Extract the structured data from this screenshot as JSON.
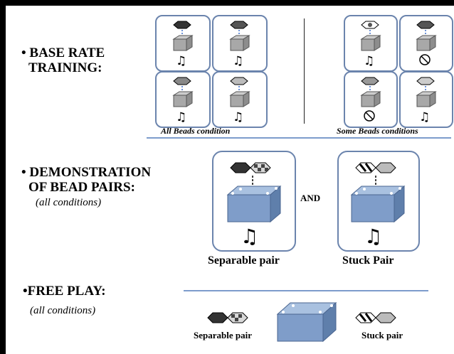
{
  "sections": {
    "base_rate": {
      "bullet": "•",
      "title_line1": "BASE RATE",
      "title_line2": "TRAINING:"
    },
    "demo": {
      "bullet": "•",
      "title_line1": "DEMONSTRATION",
      "title_line2": "OF BEAD PAIRS:",
      "note": "(all conditions)"
    },
    "free_play": {
      "title": "•FREE PLAY:",
      "note": "(all conditions)"
    }
  },
  "captions": {
    "all_beads": "All Beads condition",
    "some_beads": "Some Beads conditions",
    "and": "AND",
    "separable_pair": "Separable pair",
    "stuck_pair": "Stuck Pair",
    "free_separable": "Separable pair",
    "free_stuck": "Stuck pair"
  },
  "colors": {
    "card_border": "#6b84ad",
    "divider": "#7d9ccc",
    "box_blue": "#7f9dc9",
    "box_gray": "#a8a8a8",
    "arrow_blue": "#3f6fc9"
  },
  "icons": {
    "music_note": "music-note-icon",
    "bead": "bead-icon",
    "box": "box-icon",
    "no_sound": "no-sound-icon"
  }
}
